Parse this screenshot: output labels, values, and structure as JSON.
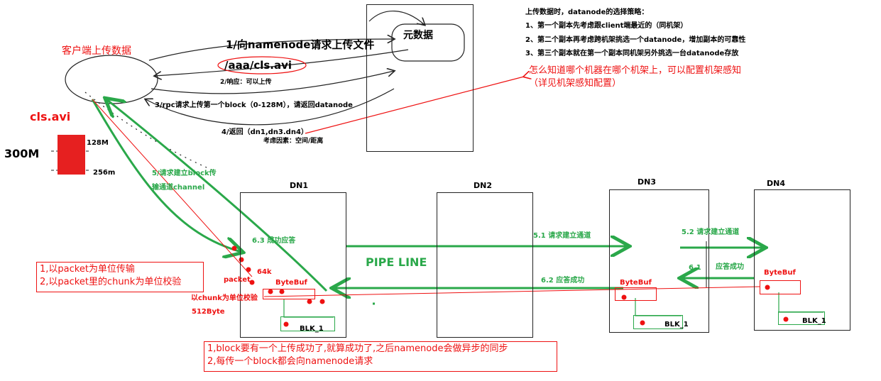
{
  "client": {
    "title": "客户端上传数据",
    "file": "cls.avi",
    "size": "300M",
    "m128": "128M",
    "m256": "256m"
  },
  "namenode": {
    "label": "元数据"
  },
  "steps": {
    "s1": "1/向namenode请求上传文件",
    "s1_path": "/aaa/cls.avi",
    "s2": "2/响应：可以上传",
    "s3": "3/rpc请求上传第一个block（0-128M），请返回datanode",
    "s4": "4/返回（dn1,dn3.dn4）",
    "s4_note": "考虑因素：空间/距离",
    "s5_a": "5/请求建立block传",
    "s5_b": "输通道channel",
    "s51": "5.1  请求建立通道",
    "s52": "5.2    请求建立通道",
    "s61": "6.1",
    "s61_b": "应答成功",
    "s62": "6.2 应答成功",
    "s63": "6.3 成功应答"
  },
  "strategy": {
    "title": "上传数据时，datanode的选择策略：",
    "items": [
      "1、第一个副本先考虑跟client端最近的（同机架）",
      "2、第二个副本再考虑跨机架挑选一个datanode，增加副本的可靠性",
      "3、第三个副本就在第一个副本同机架另外挑选一台datanode存放"
    ],
    "rack_q": "怎么知道哪个机器在哪个机架上，可以配置机架感知",
    "rack_q2": "（详见机架感知配置）"
  },
  "nodes": {
    "dn1": "DN1",
    "dn2": "DN2",
    "dn3": "DN3",
    "dn4": "DN4"
  },
  "pipeline": "PIPE LINE",
  "buffers": {
    "bytebuf": "ByteBuf",
    "blk": "BLK_1",
    "packet": "packet",
    "k64": "64k",
    "chunk": "以chunk为单位校验",
    "b512": "512Byte"
  },
  "notes": {
    "packet1": "1,以packet为单位传输",
    "packet2": "2,以packet里的chunk为单位校验",
    "block1": "1,block要有一个上传成功了,就算成功了,之后namenode会做异步的同步",
    "block2": "2,每传一个block都会向namenode请求"
  },
  "colors": {
    "red": "#ee1111",
    "green": "#2aa84a",
    "black": "#222222",
    "fill_red": "#e62020"
  }
}
